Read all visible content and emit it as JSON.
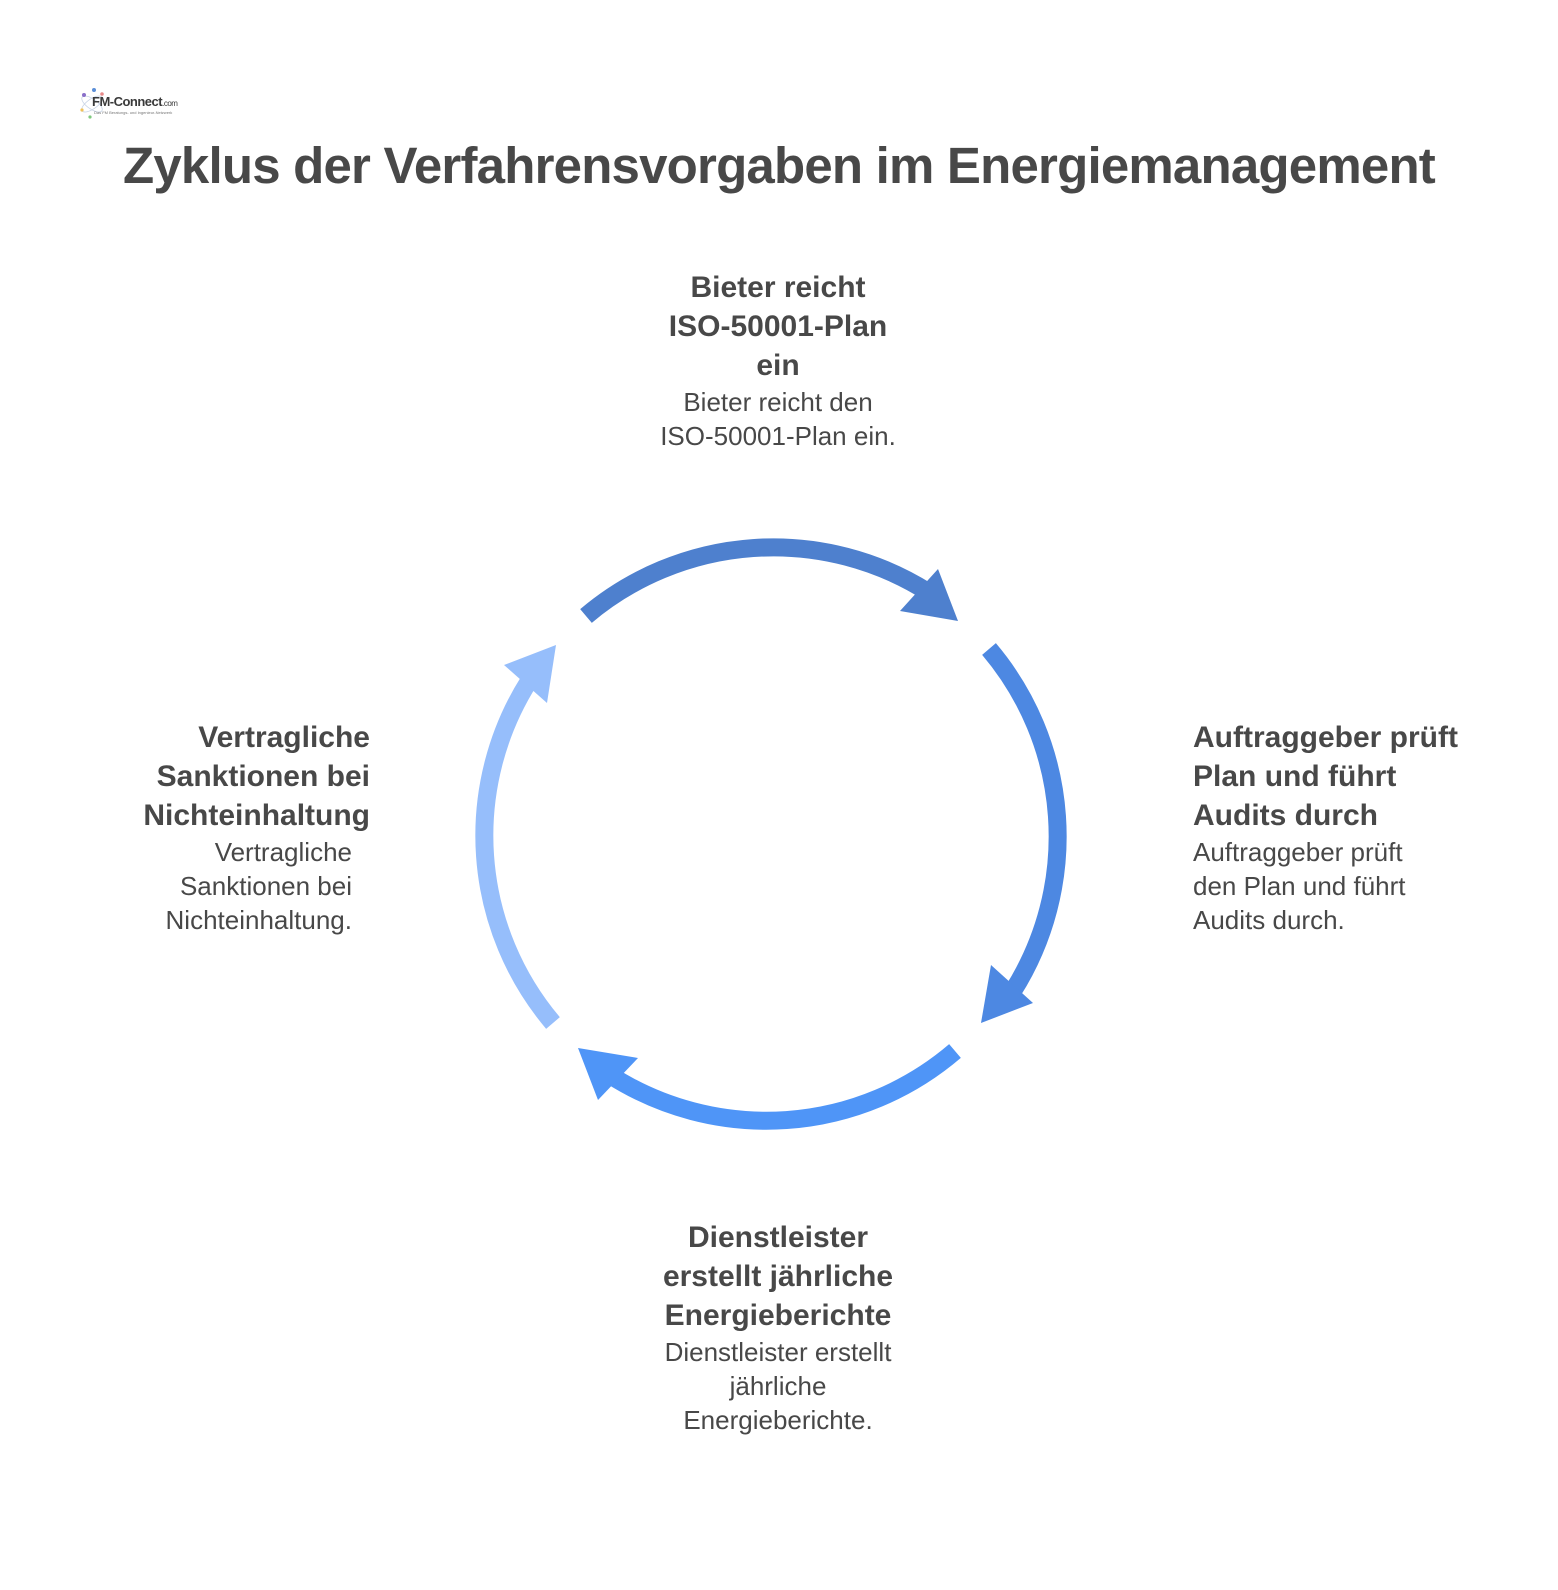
{
  "logo": {
    "brand": "FM-Connect",
    "domain": ".com",
    "tagline": "Das FM Beratungs- und Ingenieur-Netzwerk"
  },
  "title": "Zyklus der Verfahrensvorgaben im Energiemanagement",
  "cycle": {
    "steps": [
      {
        "position": "top",
        "title": "Bieter reicht ISO-50001-Plan ein",
        "title_lines": [
          "Bieter reicht",
          "ISO-50001-Plan",
          "ein"
        ],
        "description": "Bieter reicht den ISO-50001-Plan ein.",
        "description_lines": [
          "Bieter reicht den",
          "ISO-50001-Plan ein."
        ]
      },
      {
        "position": "right",
        "title": "Auftraggeber prüft Plan und führt Audits durch",
        "title_lines": [
          "Auftraggeber prüft",
          "Plan und führt",
          "Audits durch"
        ],
        "description": "Auftraggeber prüft den Plan und führt Audits durch.",
        "description_lines": [
          "Auftraggeber prüft",
          "den Plan und führt",
          "Audits durch."
        ]
      },
      {
        "position": "bottom",
        "title": "Dienstleister erstellt jährliche Energieberichte",
        "title_lines": [
          "Dienstleister",
          "erstellt jährliche",
          "Energieberichte"
        ],
        "description": "Dienstleister erstellt jährliche Energieberichte.",
        "description_lines": [
          "Dienstleister erstellt",
          "jährliche",
          "Energieberichte."
        ]
      },
      {
        "position": "left",
        "title": "Vertragliche Sanktionen bei Nichteinhaltung",
        "title_lines": [
          "Vertragliche",
          "Sanktionen bei",
          "Nichteinhaltung"
        ],
        "description": "Vertragliche Sanktionen bei Nichteinhaltung.",
        "description_lines": [
          "Vertragliche",
          "Sanktionen bei",
          "Nichteinhaltung."
        ]
      }
    ],
    "arrows": [
      {
        "from": "top",
        "to": "right",
        "color": "#4E80CE"
      },
      {
        "from": "right",
        "to": "bottom",
        "color": "#4D88E2"
      },
      {
        "from": "bottom",
        "to": "left",
        "color": "#4F95F7"
      },
      {
        "from": "left",
        "to": "top",
        "color": "#96BEFB"
      }
    ]
  },
  "colors": {
    "text": "#484848",
    "background": "#FFFFFF"
  }
}
